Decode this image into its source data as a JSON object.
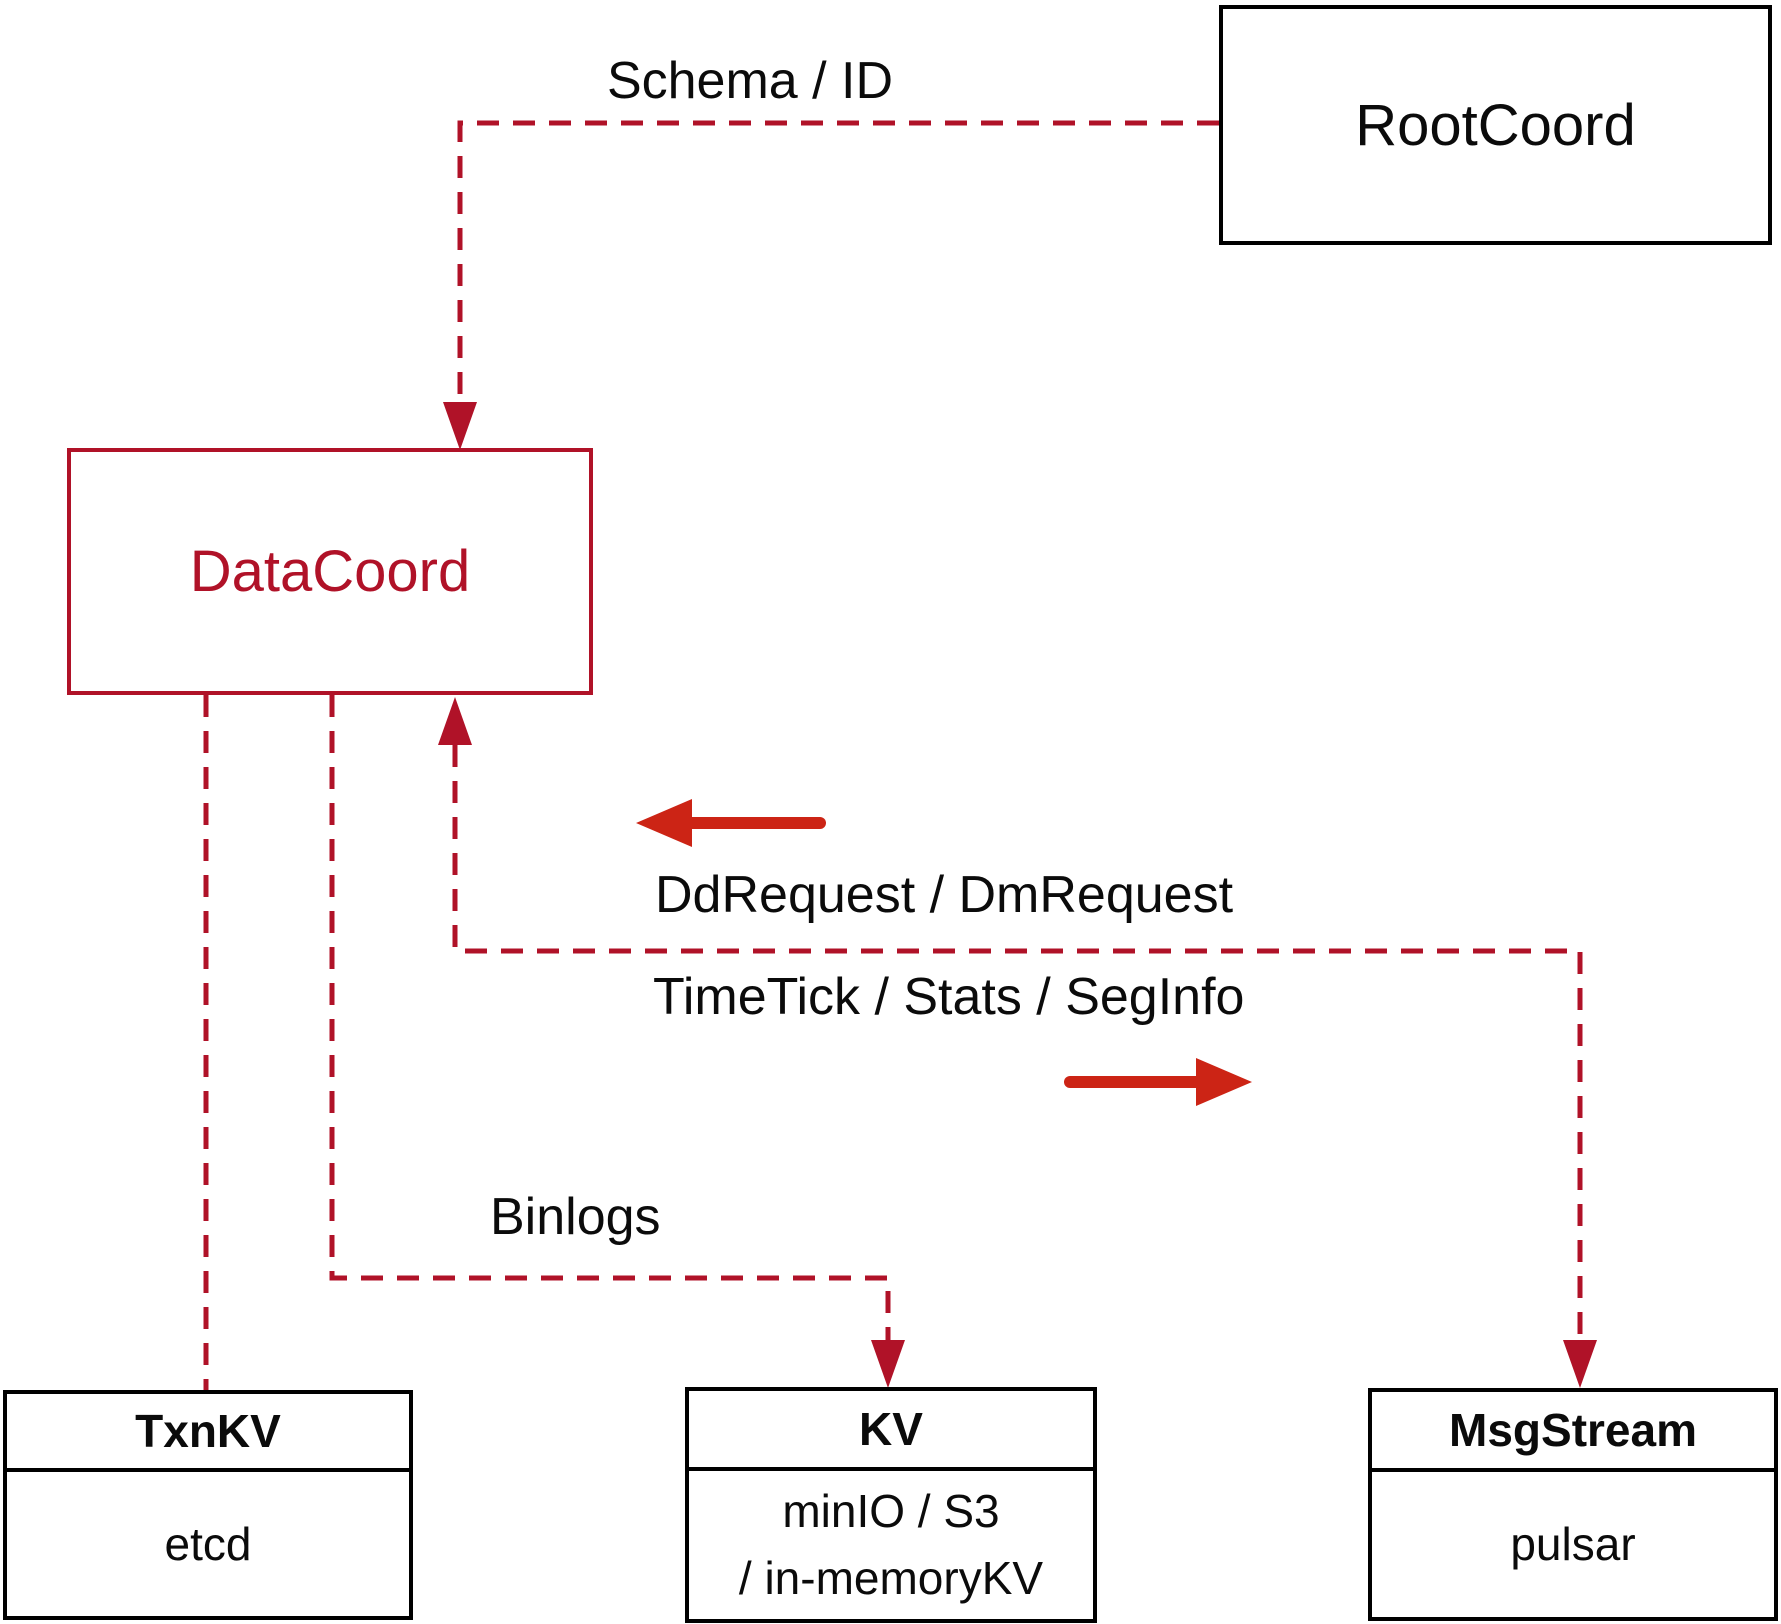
{
  "diagram": {
    "nodes": {
      "rootcoord": {
        "label": "RootCoord"
      },
      "datacoord": {
        "label": "DataCoord"
      },
      "txnkv": {
        "title": "TxnKV",
        "body": "etcd"
      },
      "kv": {
        "title": "KV",
        "body_line1": "minIO / S3",
        "body_line2": "/ in-memoryKV"
      },
      "msgstream": {
        "title": "MsgStream",
        "body": "pulsar"
      }
    },
    "edge_labels": {
      "schema_id": "Schema / ID",
      "dd_dm_request": "DdRequest / DmRequest",
      "timetick_stats_seginfo": "TimeTick / Stats / SegInfo",
      "binlogs": "Binlogs"
    },
    "colors": {
      "dashed_line": "#b01228",
      "accent_border": "#b01228",
      "solid_arrow": "#cc2415",
      "box_border": "#000000",
      "text": "#0b0b0b",
      "background": "#ffffff"
    }
  }
}
